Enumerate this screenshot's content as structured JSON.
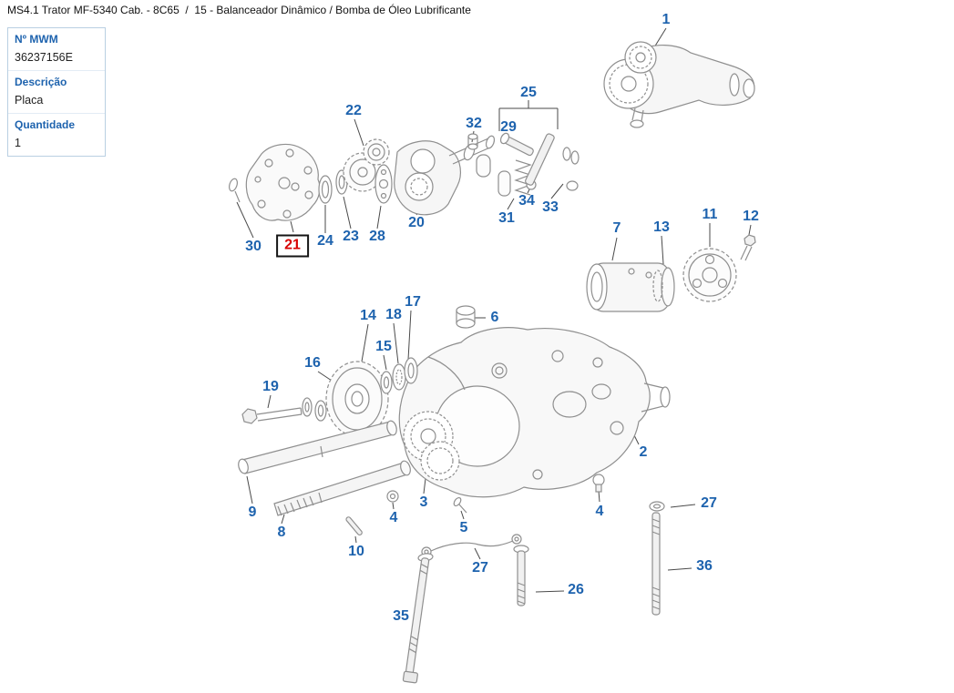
{
  "page": {
    "title": "MS4.1 Trator MF-5340 Cab. - 8C65  /  15 - Balanceador Dinâmico / Bomba de Óleo Lubrificante"
  },
  "info_panel": {
    "fields": [
      {
        "label": "Nº MWM",
        "value": "36237156E"
      },
      {
        "label": "Descrição",
        "value": "Placa"
      },
      {
        "label": "Quantidade",
        "value": "1"
      }
    ]
  },
  "diagram": {
    "selected_callout": "21",
    "callouts": [
      {
        "label": "1"
      },
      {
        "label": "22"
      },
      {
        "label": "25"
      },
      {
        "label": "32"
      },
      {
        "label": "29"
      },
      {
        "label": "31"
      },
      {
        "label": "34"
      },
      {
        "label": "33"
      },
      {
        "label": "30"
      },
      {
        "label": "21"
      },
      {
        "label": "24"
      },
      {
        "label": "23"
      },
      {
        "label": "28"
      },
      {
        "label": "20"
      },
      {
        "label": "7"
      },
      {
        "label": "13"
      },
      {
        "label": "11"
      },
      {
        "label": "12"
      },
      {
        "label": "6"
      },
      {
        "label": "14"
      },
      {
        "label": "18"
      },
      {
        "label": "17"
      },
      {
        "label": "15"
      },
      {
        "label": "16"
      },
      {
        "label": "19"
      },
      {
        "label": "2"
      },
      {
        "label": "9"
      },
      {
        "label": "8"
      },
      {
        "label": "10"
      },
      {
        "label": "4"
      },
      {
        "label": "3"
      },
      {
        "label": "5"
      },
      {
        "label": "4"
      },
      {
        "label": "27"
      },
      {
        "label": "27"
      },
      {
        "label": "26"
      },
      {
        "label": "36"
      },
      {
        "label": "35"
      }
    ]
  },
  "colors": {
    "accent_blue": "#1e63ae",
    "selected_red": "#d80000",
    "line_gray": "#8f8f8f"
  }
}
